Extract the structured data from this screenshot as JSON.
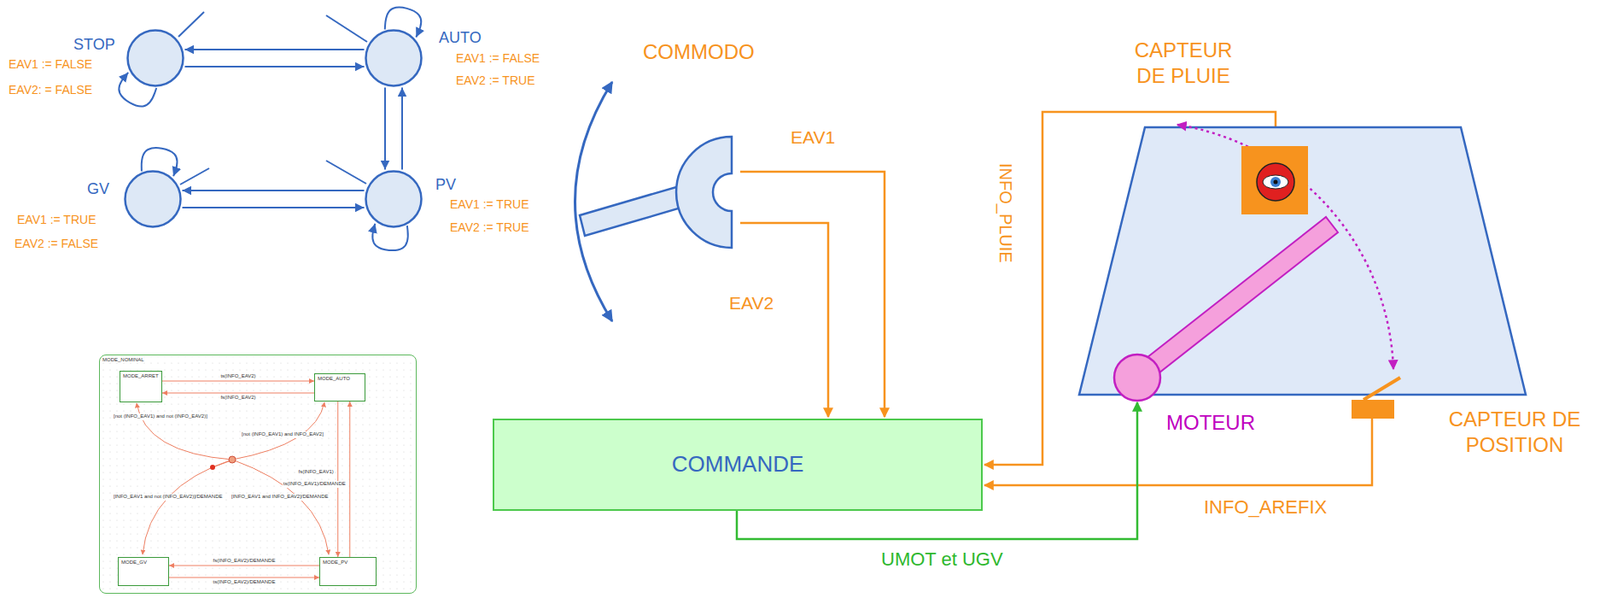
{
  "diagram": {
    "nodes": [
      {
        "text": [
          "STOP",
          "EAV1 := FALSE",
          "EAV2: = FALSE"
        ]
      },
      {
        "text": [
          "AUTO",
          "EAV1 := FALSE",
          "EAV2 := TRUE"
        ]
      },
      {
        "text": [
          "GV",
          "EAV1 := TRUE",
          "EAV2 := FALSE"
        ]
      },
      {
        "text": [
          "PV",
          "EAV1 := TRUE",
          "EAV2 := TRUE"
        ]
      },
      {
        "text": [
          "MODE_NOMINAL"
        ]
      },
      {
        "text": [
          "MODE_ARRET"
        ],
        "in": 4
      },
      {
        "text": [
          "MODE_AUTO"
        ],
        "in": 4
      },
      {
        "text": [
          "MODE_GV"
        ],
        "in": 4
      },
      {
        "text": [
          "MODE_PV"
        ],
        "in": 4
      },
      {
        "text": [
          "COMMANDE"
        ]
      }
    ],
    "edges": [
      {
        "from": 1,
        "to": 0,
        "arrow": "to"
      },
      {
        "from": 0,
        "to": 1,
        "arrow": "to"
      },
      {
        "from": 1,
        "to": 3,
        "arrow": "to"
      },
      {
        "from": 3,
        "to": 1,
        "arrow": "to"
      },
      {
        "from": 3,
        "to": 2,
        "arrow": "to"
      },
      {
        "from": 2,
        "to": 3,
        "arrow": "to"
      },
      {
        "from": 0,
        "to": 0,
        "arrow": "to"
      },
      {
        "from": 1,
        "to": 1,
        "arrow": "to"
      },
      {
        "from": 2,
        "to": 2,
        "arrow": "to"
      },
      {
        "from": 3,
        "to": 3,
        "arrow": "to"
      },
      {
        "from": 5,
        "to": 6,
        "label": "ts(INFO_EAV2)",
        "arrow": "to"
      },
      {
        "from": 6,
        "to": 5,
        "label": "fs(INFO_EAV2)",
        "arrow": "to"
      },
      {
        "from": 6,
        "to": 8,
        "label": "fs(INFO_EAV1)",
        "arrow": "to"
      },
      {
        "from": 8,
        "to": 6,
        "label": "ts(INFO_EAV1)/DEMANDE",
        "arrow": "to"
      },
      {
        "from": 8,
        "to": 7,
        "label": "fs(INFO_EAV2)/DEMANDE",
        "arrow": "to"
      },
      {
        "from": 7,
        "to": 8,
        "label": "ts(INFO_EAV2)/DEMANDE",
        "arrow": "to"
      }
    ],
    "labels": [
      "COMMODO",
      "EAV1",
      "EAV2",
      "CAPTEUR DE PLUIE",
      "INFO_PLUIE",
      "MOTEUR",
      "CAPTEUR DE POSITION",
      "INFO_AREFIX",
      "UMOT et UGV",
      "[not (INFO_EAV1) and not (INFO_EAV2)]",
      "[not (INFO_EAV1) and INFO_EAV2]",
      "[INFO_EAV1 and not (INFO_EAV2)]/DEMANDE",
      "[INFO_EAV1 and INFO_EAV2]/DEMANDE"
    ]
  }
}
